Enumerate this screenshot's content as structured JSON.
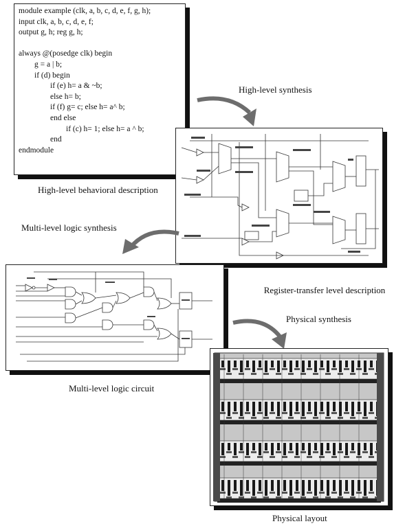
{
  "code_lines": [
    "module example (clk, a, b, c, d, e, f, g, h);",
    "input clk, a, b, c, d, e, f;",
    "output g, h; reg g, h;",
    "",
    "always @(posedge clk) begin",
    "        g = a | b;",
    "        if (d) begin",
    "                if (e) h= a & ~b;",
    "                else h= b;",
    "                if (f) g= c; else h= a^ b;",
    "                end else",
    "                        if (c) h= 1; else h= a ^ b;",
    "                end",
    "endmodule"
  ],
  "labels": {
    "high_level_synthesis": "High-level synthesis",
    "behavioral": "High-level behavioral description",
    "multi_level_synthesis": "Multi-level logic synthesis",
    "rtl": "Register-transfer level description",
    "logic_circuit": "Multi-level logic circuit",
    "physical_synthesis": "Physical synthesis",
    "physical_layout": "Physical layout"
  },
  "colors": {
    "arrow": "#6d6d6d",
    "frame": "#111111"
  },
  "icons": [
    "curved-arrow-icon"
  ]
}
